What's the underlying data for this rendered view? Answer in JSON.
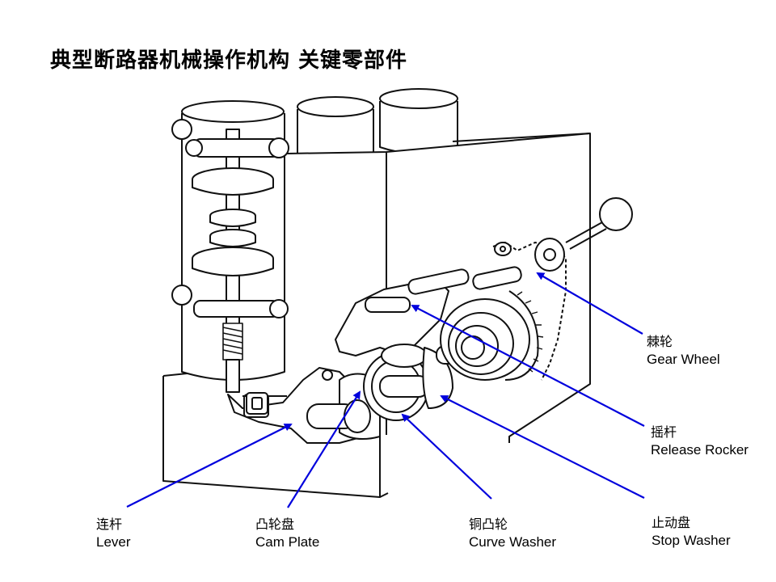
{
  "title": "典型断路器机械操作机构 关键零部件",
  "accent_color": "#0000dd",
  "line_color": "#111111",
  "labels": {
    "gear_wheel": {
      "zh": "棘轮",
      "en": "Gear Wheel"
    },
    "release_rocker": {
      "zh": "摇杆",
      "en": "Release Rocker"
    },
    "lever": {
      "zh": "连杆",
      "en": "Lever"
    },
    "cam_plate": {
      "zh": "凸轮盘",
      "en": "Cam Plate"
    },
    "curve_washer": {
      "zh": "铜凸轮",
      "en": "Curve Washer"
    },
    "stop_washer": {
      "zh": "止动盘",
      "en": "Stop Washer"
    }
  }
}
